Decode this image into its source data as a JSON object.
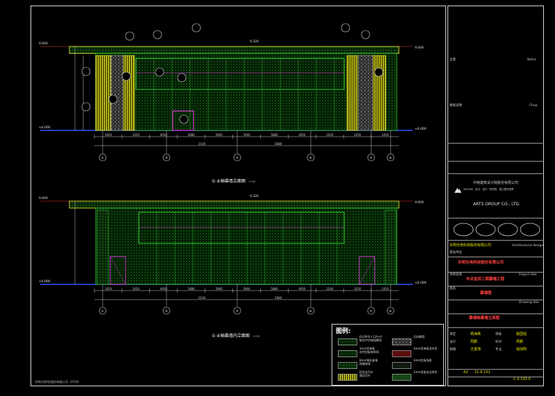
{
  "sheet_note": "东明光电科技股份有限公司（2018）",
  "elevation_1": {
    "title": "①-⑥轴幕墙立面图",
    "scale": "1:100",
    "top_level": "9.000",
    "bottom_level": "±0.000",
    "overall_dim": "9.320",
    "segments": [
      "1050",
      "1050",
      "4950",
      "5880",
      "5900",
      "5900",
      "5880",
      "4950",
      "2200",
      "1050",
      "1050"
    ],
    "grid_labels": [
      "①",
      "②",
      "③",
      "④",
      "⑤",
      "⑥"
    ],
    "center_dims": [
      "2100",
      "5880"
    ]
  },
  "elevation_2": {
    "title": "①-⑥轴幕墙内立面图",
    "scale": "1:100",
    "top_level": "9.000",
    "bottom_level": "±0.000",
    "overall_dim": "9.320",
    "segments": [
      "1050",
      "1050",
      "4950",
      "5880",
      "5900",
      "5900",
      "5880",
      "4950",
      "2200",
      "1050",
      "1050"
    ],
    "grid_labels": [
      "①",
      "②",
      "③",
      "④",
      "⑤",
      "⑥"
    ],
    "center_dims": [
      "2100",
      "5880"
    ]
  },
  "legend": {
    "title": "图例:",
    "items": [
      {
        "text": "6LOW-E+12A+6\n钢化中空玻璃幕墙",
        "swatch": "glass-dot"
      },
      {
        "text": "石材幕墙",
        "swatch": "stone"
      },
      {
        "text": "3mm铝单板\n灰色铝板装饰线",
        "swatch": "glass-green"
      },
      {
        "text": "3mm铝单板深灰色",
        "swatch": "red-panel"
      },
      {
        "text": "8mm钢化玻璃\n雨棚玻璃",
        "swatch": "grid-green"
      },
      {
        "text": "3mm铝板饰面",
        "swatch": "dark-panel"
      },
      {
        "text": "铝合金百叶\n通风百叶",
        "swatch": "louver"
      },
      {
        "text": "2mm铝板包边构件",
        "swatch": "hatch"
      }
    ]
  },
  "title_block": {
    "label_1": "注意",
    "label_2": "Notes",
    "label_3": "图纸说明",
    "label_4": "Chop",
    "company_cn": "中南建筑设计院股份有限公司",
    "company_en": "ARTS GROUP CO., LTD.",
    "company_sub": "WUHAN · 武汉 · 设计 · 研究院 · 施工图专用章",
    "client_label": "建设单位",
    "client_value": "东明光电科技股份有限公司",
    "architect_label": "Architectural design",
    "project_label": "项目名称",
    "project_value": "东明光电科技股份有限公司",
    "project_en": "Project title",
    "subproject_value": "中关金凤三期幕墙工程",
    "drawing_label": "图名",
    "drawing_value": "幕墙图",
    "drawing_title_en": "Drawing title",
    "sheet_name": "幕墙轴幕墙立面图",
    "sign_rows": [
      {
        "role": "审定",
        "name": "杨海英",
        "role2": "审核",
        "name2": "殷国强"
      },
      {
        "role": "设计",
        "name": "周鹏",
        "role2": "校对",
        "name2": "周鹏"
      },
      {
        "role": "制图",
        "name": "王振涛",
        "role2": "专业",
        "name2": "钱加明"
      }
    ],
    "scale": "A2",
    "date": "21-6-101",
    "drawing_no": "C-3-103-0"
  },
  "colors": {
    "background": "#000000",
    "frame": "#d8d8d8",
    "yellow": "#ffff33",
    "green": "#33cc33",
    "blue": "#3355ff",
    "magenta": "#ff33ff",
    "red": "#ff3030"
  }
}
